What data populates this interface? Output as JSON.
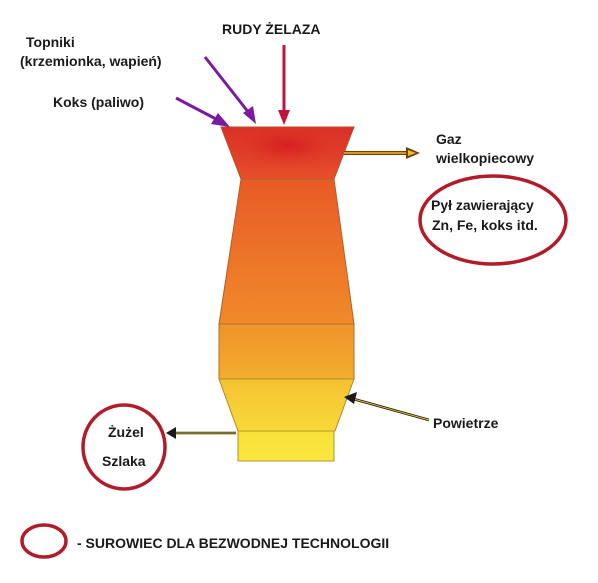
{
  "labels": {
    "iron_ore": "RUDY ŻELAZA",
    "flux_line1": "Topniki",
    "flux_line2": "(krzemionka, wapień)",
    "coke": "Koks (paliwo)",
    "gas_line1": "Gaz",
    "gas_line2": "wielkopiecowy",
    "dust_line1": "Pył zawierający",
    "dust_line2": "Zn, Fe, koks itd.",
    "air": "Powietrze",
    "slag_line1": "Żużel",
    "slag_line2": "Szlaka"
  },
  "legend": {
    "text": "- SUROWIEC DLA BEZWODNEJ TECHNOLOGII"
  },
  "colors": {
    "input_arrow_purple": "#7a1aa0",
    "input_arrow_red": "#c0143c",
    "output_arrow": "#e8c020",
    "highlight_circle": "#b01c2a",
    "furnace_top": "#e0402a",
    "furnace_middle": "#ee7a24",
    "furnace_bottom": "#f7e030"
  }
}
